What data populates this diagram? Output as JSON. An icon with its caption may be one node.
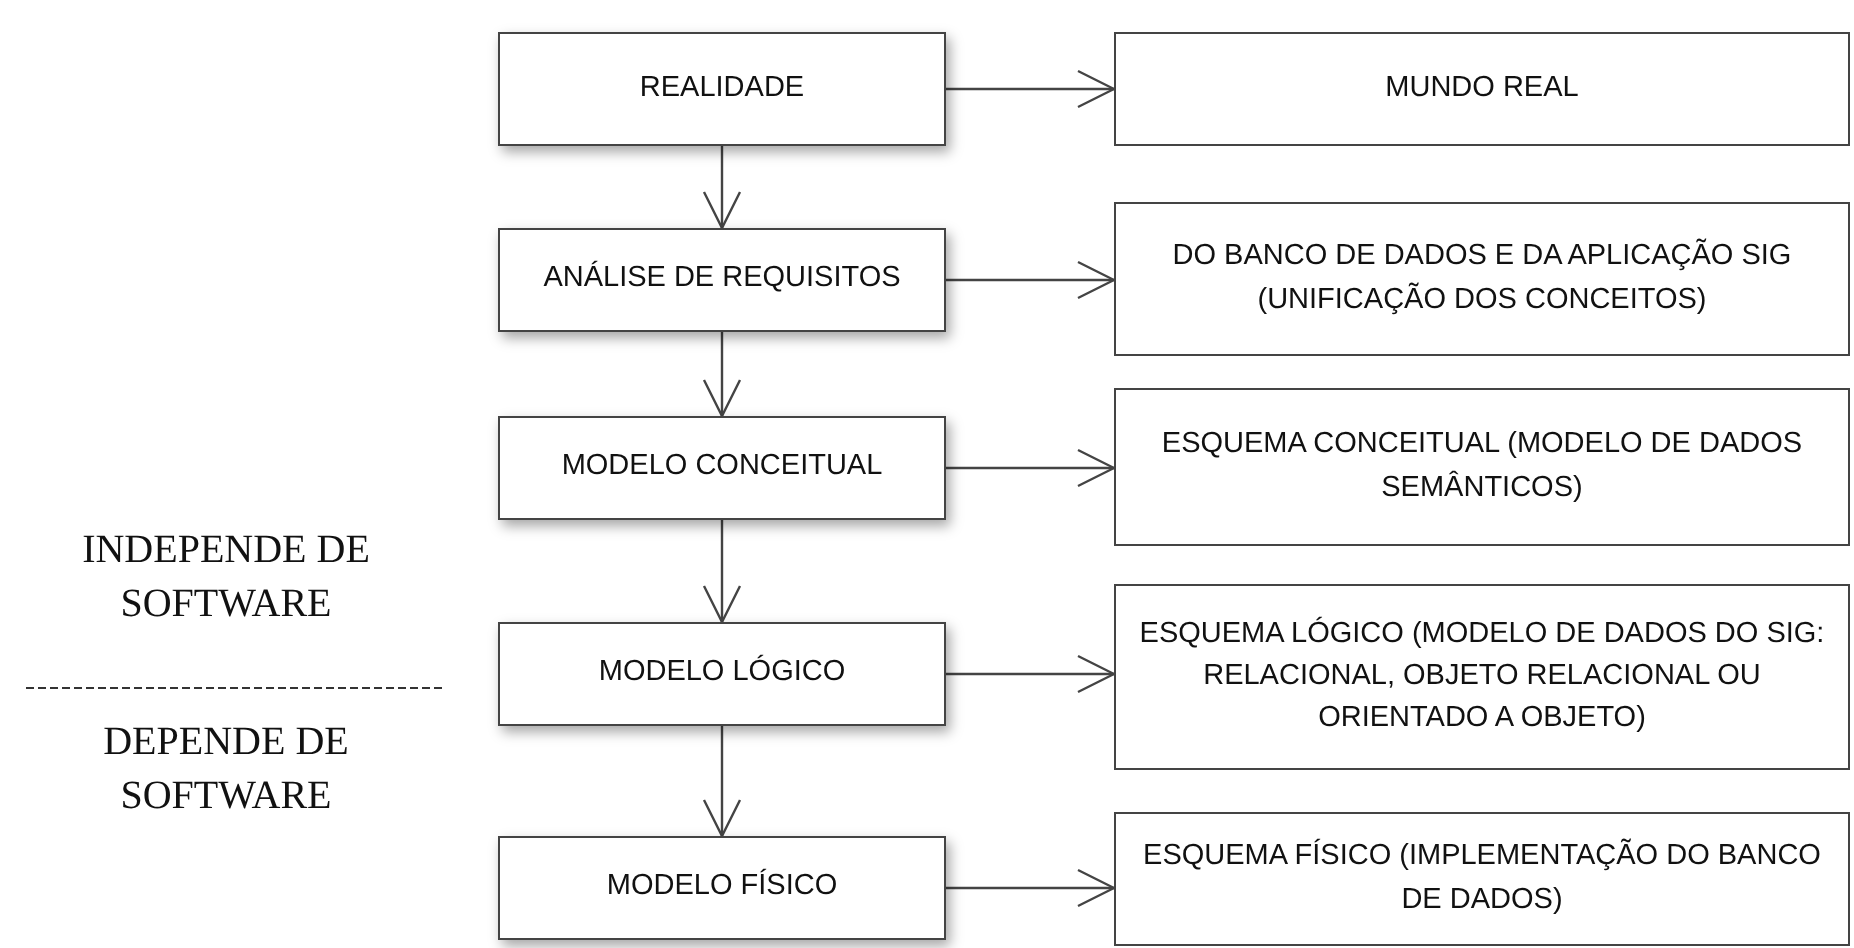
{
  "diagram": {
    "nodes": [
      {
        "text": [
          "REALIDADE"
        ]
      },
      {
        "text": [
          "MUNDO REAL"
        ]
      },
      {
        "text": [
          "ANÁLISE DE REQUISITOS"
        ]
      },
      {
        "text": [
          "DO BANCO DE DADOS E DA APLICAÇÃO SIG (UNIFICAÇÃO DOS CONCEITOS)"
        ]
      },
      {
        "text": [
          "MODELO CONCEITUAL"
        ]
      },
      {
        "text": [
          "ESQUEMA CONCEITUAL (MODELO DE DADOS SEMÂNTICOS)"
        ]
      },
      {
        "text": [
          "MODELO LÓGICO"
        ]
      },
      {
        "text": [
          "ESQUEMA LÓGICO (MODELO DE DADOS DO SIG: RELACIONAL, OBJETO RELACIONAL OU ORIENTADO A OBJETO)"
        ]
      },
      {
        "text": [
          "MODELO FÍSICO"
        ]
      },
      {
        "text": [
          "ESQUEMA FÍSICO (IMPLEMENTAÇÃO DO BANCO DE DADOS)"
        ]
      }
    ],
    "edges": [
      {
        "from": 0,
        "to": 1,
        "arrow": "to"
      },
      {
        "from": 0,
        "to": 2,
        "arrow": "to"
      },
      {
        "from": 2,
        "to": 3,
        "arrow": "to"
      },
      {
        "from": 2,
        "to": 4,
        "arrow": "to"
      },
      {
        "from": 4,
        "to": 5,
        "arrow": "to"
      },
      {
        "from": 4,
        "to": 6,
        "arrow": "to"
      },
      {
        "from": 6,
        "to": 7,
        "arrow": "to"
      },
      {
        "from": 6,
        "to": 8,
        "arrow": "to"
      },
      {
        "from": 8,
        "to": 9,
        "arrow": "to"
      }
    ],
    "labels": [
      "INDEPENDE DE SOFTWARE",
      "DEPENDE DE SOFTWARE"
    ]
  }
}
